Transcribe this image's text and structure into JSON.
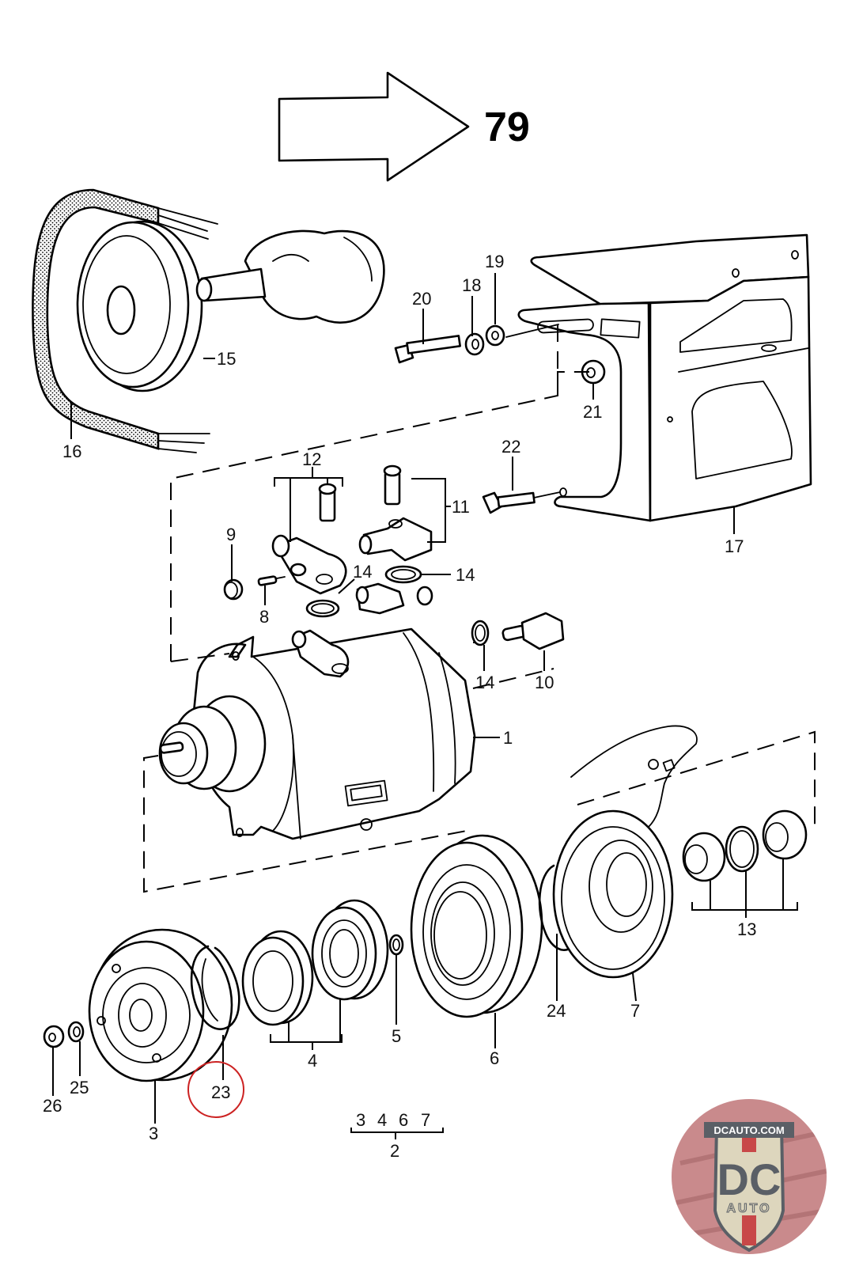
{
  "diagram": {
    "type": "exploded-parts-diagram",
    "subject": "A/C compressor assembly with mounting bracket, clutch and pulley",
    "continuation_reference": "79",
    "highlight_color": "#cc2222",
    "highlighted_callout": "23",
    "callouts": {
      "c1": "1",
      "c2": "2",
      "c3": "3",
      "c4": "4",
      "c5": "5",
      "c6": "6",
      "c7": "7",
      "c8": "8",
      "c9": "9",
      "c10": "10",
      "c11": "11",
      "c12": "12",
      "c13": "13",
      "c14a": "14",
      "c14b": "14",
      "c14c": "14",
      "c15": "15",
      "c16": "16",
      "c17": "17",
      "c18": "18",
      "c19": "19",
      "c20": "20",
      "c21": "21",
      "c22": "22",
      "c23": "23",
      "c24": "24",
      "c25": "25",
      "c26": "26"
    },
    "group_2_members": [
      "3",
      "4",
      "6",
      "7"
    ],
    "group_2_label": "2"
  },
  "watermark": {
    "site": "DCAUTO.COM",
    "monogram": "DC",
    "subtitle": "AUTO",
    "colors": {
      "badge_bg": "#c98a8c",
      "shield": "#ddd6bd",
      "letters": "#5a5f66",
      "stripe": "#c84848"
    }
  }
}
